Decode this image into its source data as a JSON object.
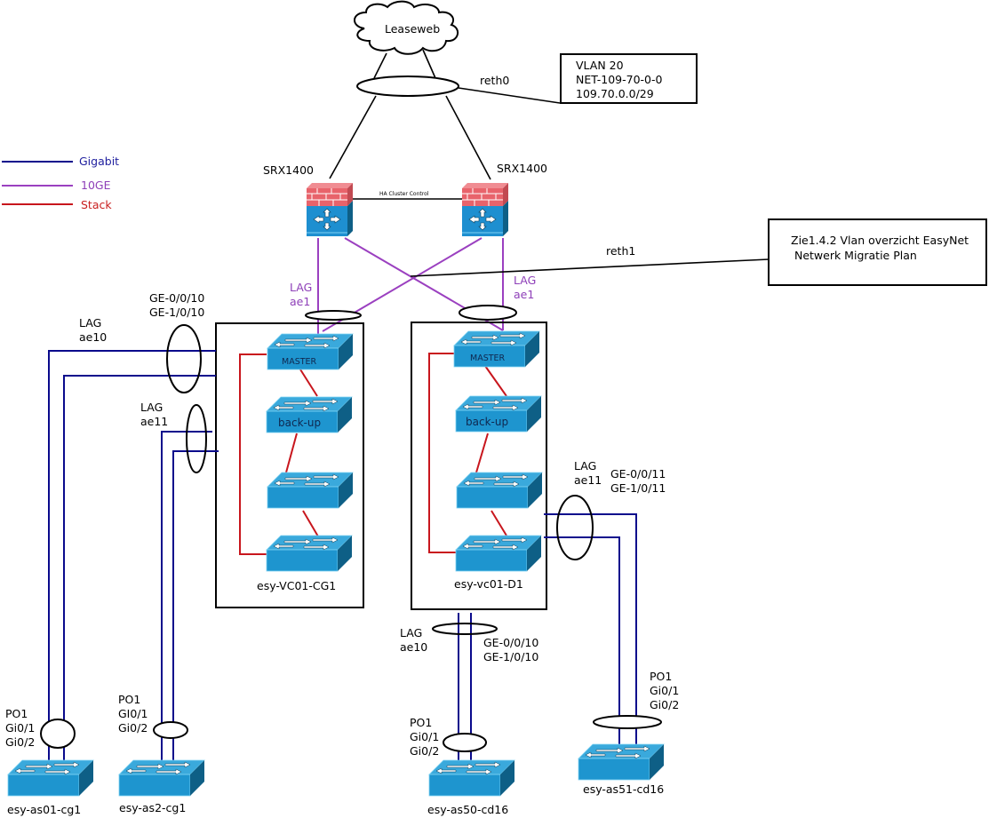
{
  "cloud": {
    "label": "Leaseweb"
  },
  "reth0": {
    "label": "reth0"
  },
  "vlan_note": {
    "lines": [
      "VLAN 20",
      "NET-109-70-0-0",
      "109.70.0.0/29"
    ]
  },
  "legend": {
    "items": [
      {
        "label": "Gigabit",
        "color": "#0a0a8c"
      },
      {
        "label": "10GE",
        "color": "#9b40c0"
      },
      {
        "label": "Stack",
        "color": "#c8161d"
      }
    ]
  },
  "firewalls": [
    {
      "label": "SRX1400"
    },
    {
      "label": "SRX1400"
    }
  ],
  "ha_link": {
    "label": "HA Cluster Control"
  },
  "reth1": {
    "label": "reth1"
  },
  "reference_note": {
    "lines": [
      "Zie1.4.2 Vlan overzicht EasyNet",
      " Netwerk Migratie Plan"
    ]
  },
  "uplinks": [
    {
      "lines": [
        "LAG",
        "ae1"
      ]
    },
    {
      "lines": [
        "LAG",
        "ae1"
      ]
    }
  ],
  "stacks": [
    {
      "name": "esy-VC01-CG1",
      "members": [
        "MASTER",
        "back-up",
        "",
        ""
      ],
      "lag_ae10": {
        "lines": [
          "LAG",
          "ae10"
        ],
        "ports": [
          "GE-0/0/10",
          "GE-1/0/10"
        ]
      },
      "lag_ae11": {
        "lines": [
          "LAG",
          "ae11"
        ]
      }
    },
    {
      "name": "esy-vc01-D1",
      "members": [
        "MASTER",
        "back-up",
        "",
        ""
      ],
      "lag_ae11": {
        "lines": [
          "LAG",
          "ae11"
        ],
        "ports": [
          "GE-0/0/11",
          "GE-1/0/11"
        ]
      },
      "lag_ae10": {
        "lines": [
          "LAG",
          "ae10"
        ],
        "ports": [
          "GE-0/0/10",
          "GE-1/0/10"
        ]
      }
    }
  ],
  "access_switches": [
    {
      "name": "esy-as01-cg1",
      "po": [
        "PO1",
        "Gi0/1",
        "Gi0/2"
      ]
    },
    {
      "name": "esy-as2-cg1",
      "po": [
        "PO1",
        "GI0/1",
        "Gi0/2"
      ]
    },
    {
      "name": "esy-as50-cd16",
      "po": [
        "PO1",
        "Gi0/1",
        "Gi0/2"
      ]
    },
    {
      "name": "esy-as51-cd16",
      "po": [
        "PO1",
        "Gi0/1",
        "Gi0/2"
      ]
    }
  ]
}
